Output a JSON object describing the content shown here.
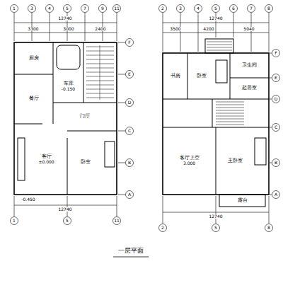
{
  "diagram": {
    "title": "一层平面",
    "nodes": [
      {
        "text": [
          "厨房"
        ]
      },
      {
        "text": [
          "餐厅"
        ]
      },
      {
        "text": [
          "车库",
          "-0.150"
        ]
      },
      {
        "text": [
          "门厅"
        ]
      },
      {
        "text": [
          "客厅",
          "±0.000"
        ]
      },
      {
        "text": [
          "卧室"
        ]
      },
      {
        "text": [
          "书房"
        ]
      },
      {
        "text": [
          "卧室"
        ]
      },
      {
        "text": [
          "卫生间"
        ]
      },
      {
        "text": [
          "起居室"
        ]
      },
      {
        "text": [
          "客厅上空",
          "3.000"
        ]
      },
      {
        "text": [
          "主卧室"
        ]
      },
      {
        "text": [
          "露台"
        ]
      }
    ],
    "labels": [
      "12740",
      "3300",
      "3000",
      "2400",
      "1",
      "3",
      "4",
      "5",
      "7",
      "9",
      "11",
      "12740",
      "1",
      "5",
      "11",
      "F",
      "E",
      "D",
      "C",
      "B",
      "A",
      "-0.450",
      "12740",
      "3500",
      "4200",
      "5040",
      "2",
      "3",
      "4",
      "5",
      "6",
      "7",
      "8",
      "12740",
      "2",
      "5",
      "8",
      "F",
      "E",
      "D",
      "C",
      "B",
      "A"
    ]
  }
}
